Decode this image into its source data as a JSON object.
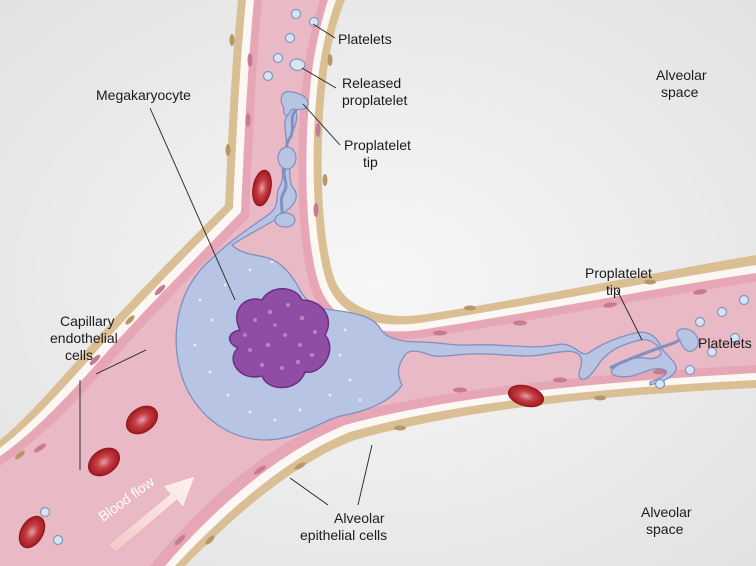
{
  "labels": {
    "platelets_top": "Platelets",
    "released_1": "Released",
    "released_2": "proplatelet",
    "tip_top_1": "Proplatelet",
    "tip_top_2": "tip",
    "alveolar_space_top_1": "Alveolar",
    "alveolar_space_top_2": "space",
    "megakaryocyte": "Megakaryocyte",
    "tip_right_1": "Proplatelet",
    "tip_right_2": "tip",
    "platelets_right": "Platelets",
    "capillary_1": "Capillary",
    "capillary_2": "endothelial",
    "capillary_3": "cells",
    "blood_flow": "Blood flow",
    "alveolar_epi_1": "Alveolar",
    "alveolar_epi_2": "epithelial cells",
    "alveolar_space_bottom_1": "Alveolar",
    "alveolar_space_bottom_2": "space"
  },
  "colors": {
    "background": "#eeeeee",
    "epithelium": "#d9bf93",
    "wall": "#e7a6b6",
    "lumen": "#e9b9c5",
    "megakaryocyte_cytoplasm": "#b8c4e3",
    "nucleus": "#8f4ea4",
    "red_cell": "#b52a2e"
  }
}
